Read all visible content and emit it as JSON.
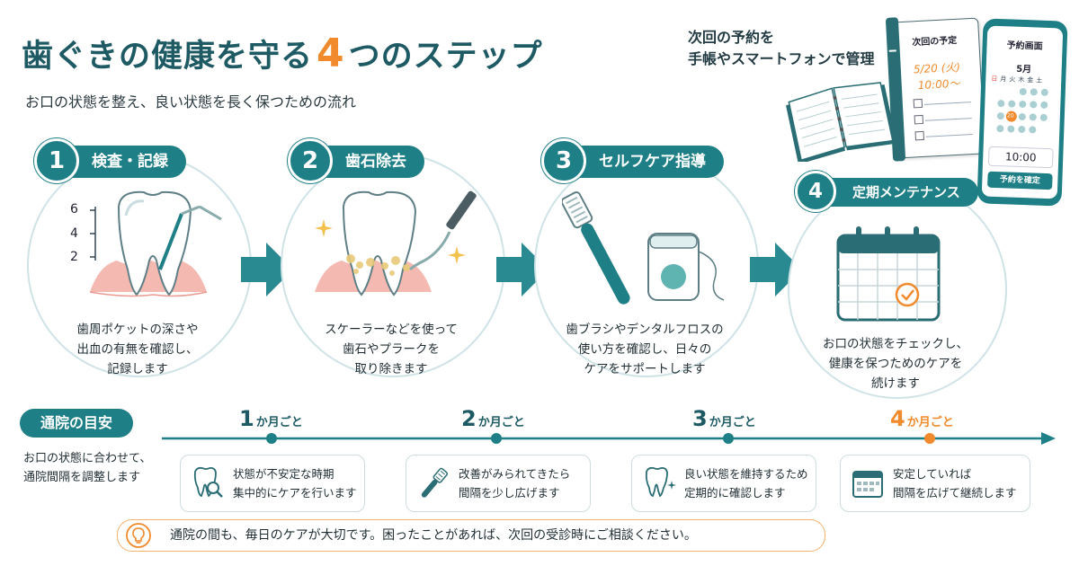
{
  "header": {
    "title_prefix": "歯ぐきの健康を守る",
    "title_number": "4",
    "title_suffix": "つのステップ",
    "subtitle": "お口の状態を整え、良い状態を長く保つための流れ"
  },
  "promo": {
    "line1": "次回の予約を",
    "line2": "手帳やスマートフォンで管理"
  },
  "notebook": {
    "heading": "次回の予定",
    "date": "5/20 (火)",
    "time": "10:00〜"
  },
  "phone": {
    "heading": "予約画面",
    "month": "5月",
    "weekdays": [
      "日",
      "月",
      "火",
      "木",
      "金",
      "土"
    ],
    "selected_day": "20",
    "time": "10:00",
    "confirm_label": "予約を確定"
  },
  "steps": [
    {
      "number": "1",
      "label": "検査・記録",
      "desc": [
        "歯周ポケットの深さや",
        "出血の有無を確認し、",
        "記録します"
      ],
      "depth_marks": [
        "6",
        "4",
        "2"
      ]
    },
    {
      "number": "2",
      "label": "歯石除去",
      "desc": [
        "スケーラーなどを使って",
        "歯石やプラークを",
        "取り除きます"
      ]
    },
    {
      "number": "3",
      "label": "セルフケア指導",
      "desc": [
        "歯ブラシやデンタルフロスの",
        "使い方を確認し、日々の",
        "ケアをサポートします"
      ]
    },
    {
      "number": "4",
      "label": "定期メンテナンス",
      "desc": [
        "お口の状態をチェックし、",
        "健康を保つためのケアを",
        "続けます"
      ]
    }
  ],
  "schedule": {
    "badge": "通院の目安",
    "desc": [
      "お口の状態に合わせて、",
      "通院間隔を調整します"
    ],
    "interval_unit": "か月ごと",
    "intervals": [
      {
        "n": "1",
        "card": [
          "状態が不安定な時期",
          "集中的にケアを行います"
        ],
        "icon": "tooth-magnifier-icon"
      },
      {
        "n": "2",
        "card": [
          "改善がみられてきたら",
          "間隔を少し広げます"
        ],
        "icon": "toothbrush-icon"
      },
      {
        "n": "3",
        "card": [
          "良い状態を維持するため",
          "定期的に確認します"
        ],
        "icon": "sparkle-tooth-icon"
      },
      {
        "n": "4",
        "card": [
          "安定していれば",
          "間隔を広げて継続します"
        ],
        "icon": "calendar-icon"
      }
    ]
  },
  "footer": {
    "note": "通院の間も、毎日のケアが大切です。困ったことがあれば、次回の受診時にご相談ください。",
    "icon": "lightbulb-icon"
  },
  "colors": {
    "teal": "#1f7f86",
    "dark_teal": "#1e5a63",
    "orange": "#f08a2c",
    "gum_pink": "#f4b9b1",
    "circle_border": "#cfe3e6"
  }
}
